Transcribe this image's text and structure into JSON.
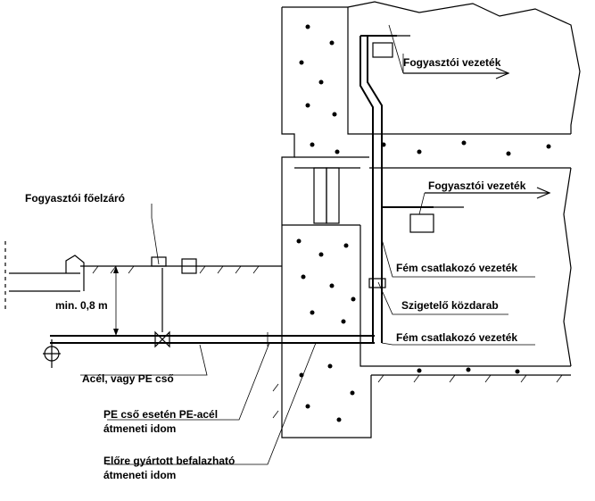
{
  "labels": {
    "consumer_line_top": "Fogyasztói vezeték",
    "consumer_line_mid": "Fogyasztói vezeték",
    "main_shutoff": "Fogyasztói főelzáró",
    "depth": "min. 0,8 m",
    "metal_conn_upper": "Fém csatlakozó vezeték",
    "insulator": "Szigetelő közdarab",
    "metal_conn_lower": "Fém csatlakozó vezeték",
    "pipe_material": "Acél, vagy PE cső",
    "pe_transition_1": "PE cső esetén PE-acél",
    "pe_transition_2": "átmeneti idom",
    "prefab_1": "Előre gyártott befalazható",
    "prefab_2": "átmeneti idom"
  }
}
